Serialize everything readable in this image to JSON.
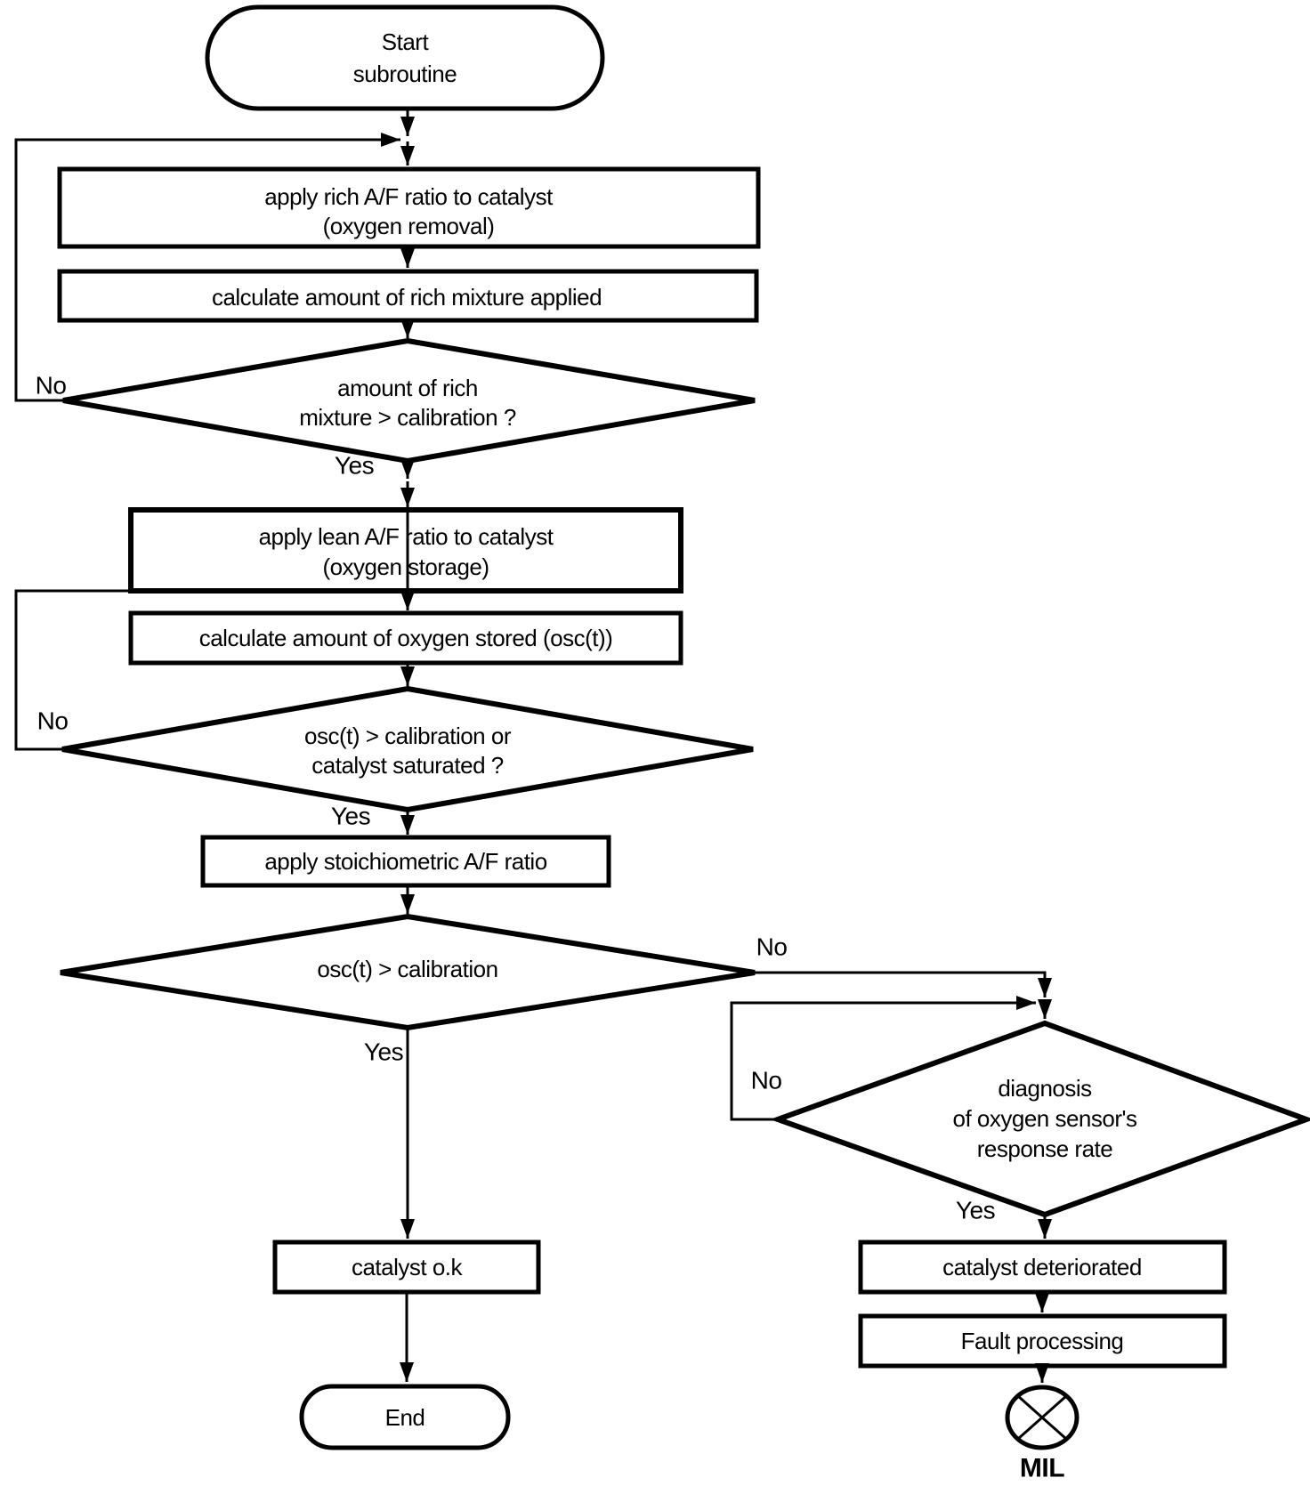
{
  "diagram": {
    "background": "#ffffff",
    "line_color": "#000000",
    "nodes": {
      "start": {
        "line1": "Start",
        "line2": "subroutine"
      },
      "apply_rich": {
        "line1": "apply rich A/F ratio to catalyst",
        "line2": "(oxygen removal)"
      },
      "calc_rich": {
        "label": "calculate amount of rich mixture applied"
      },
      "check_rich": {
        "line1": "amount of rich",
        "line2": "mixture > calibration ?"
      },
      "apply_lean": {
        "line1": "apply lean A/F ratio to catalyst",
        "line2": "(oxygen storage)"
      },
      "calc_stored": {
        "label": "calculate amount of oxygen stored (osc(t))"
      },
      "check_stored": {
        "line1": "osc(t) > calibration or",
        "line2": "catalyst saturated ?"
      },
      "apply_stoich": {
        "label": "apply stoichiometric A/F ratio"
      },
      "check_osc": {
        "label": "osc(t) > calibration"
      },
      "diag_sensor": {
        "line1": "diagnosis",
        "line2": "of oxygen sensor's",
        "line3": "response rate"
      },
      "catalyst_ok": {
        "label": "catalyst o.k"
      },
      "end": {
        "label": "End"
      },
      "catalyst_deteriorated": {
        "label": "catalyst deteriorated"
      },
      "fault_processing": {
        "label": "Fault processing"
      },
      "mil": {
        "label": "MIL"
      }
    },
    "edge_labels": {
      "check_rich_no": "No",
      "check_rich_yes": "Yes",
      "check_stored_no": "No",
      "check_stored_yes": "Yes",
      "check_osc_no": "No",
      "check_osc_yes": "Yes",
      "diag_sensor_no": "No",
      "diag_sensor_yes": "Yes"
    }
  }
}
